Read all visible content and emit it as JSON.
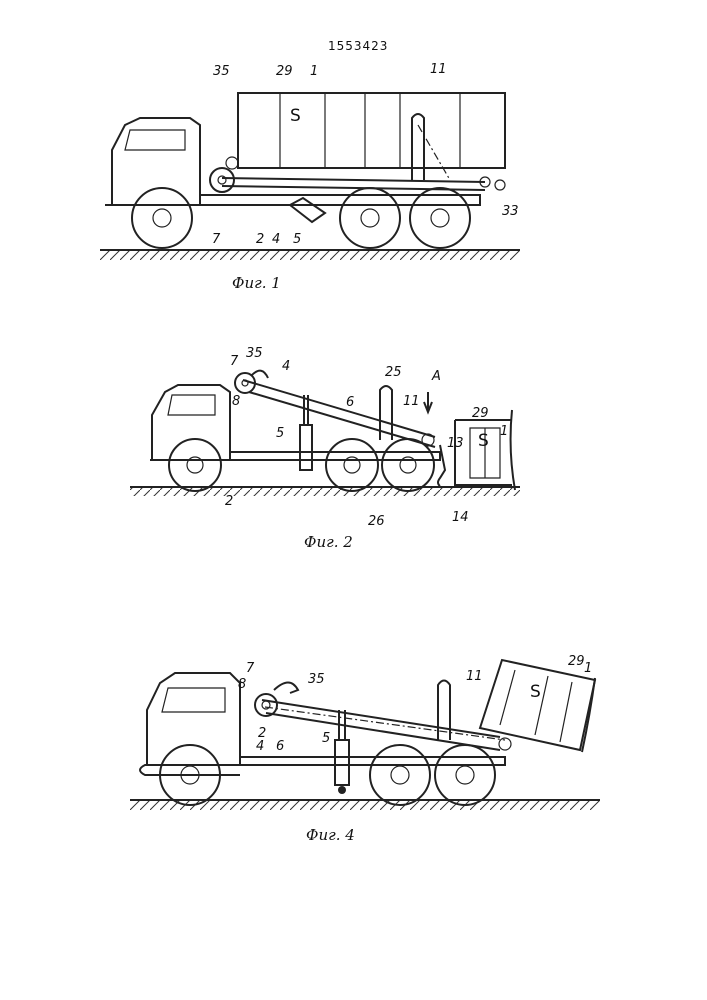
{
  "patent_number": "1553423",
  "fig1": {
    "caption": "Фиг. 1",
    "labels": {
      "l35": "35",
      "l29": "29",
      "l1": "1",
      "l11": "11",
      "lS": "S",
      "l7": "7",
      "l2": "2",
      "l4": "4",
      "l5": "5",
      "l33": "33"
    }
  },
  "fig2": {
    "caption": "Фиг. 2",
    "labels": {
      "l7": "7",
      "l35": "35",
      "l4": "4",
      "l8": "8",
      "l6": "6",
      "l25": "25",
      "lA": "A",
      "l11": "11",
      "l29": "29",
      "l1": "1",
      "lS": "S",
      "l5": "5",
      "l13": "13",
      "l2": "2",
      "l26": "26",
      "l14": "14"
    }
  },
  "fig4": {
    "caption": "Фиг. 4",
    "labels": {
      "l8": "8",
      "l7": "7",
      "l35": "35",
      "l11": "11",
      "l29": "29",
      "l1": "1",
      "lS": "S",
      "l4": "4",
      "l6": "6",
      "l2": "2",
      "l5": "5"
    }
  }
}
